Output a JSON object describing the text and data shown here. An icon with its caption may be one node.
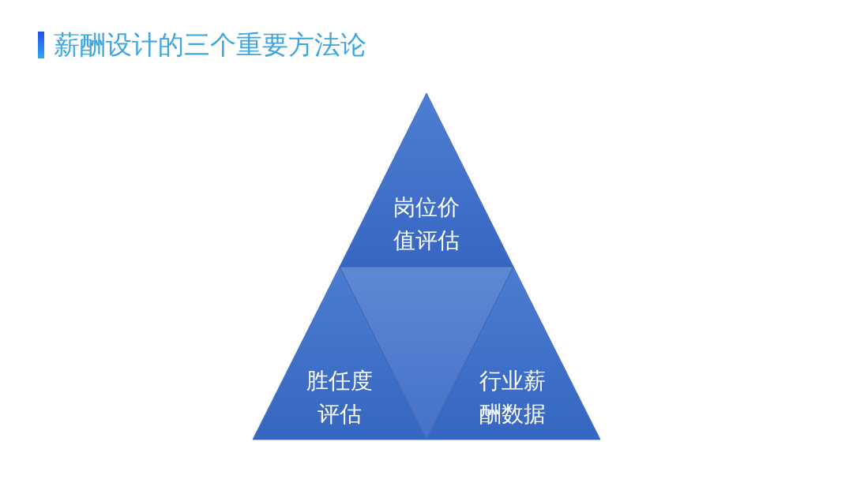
{
  "diagram": {
    "title": "薪酬设计的三个重要方法论",
    "nodes": [
      {
        "text": [
          "岗位价值评估"
        ]
      },
      {
        "text": [
          "胜任度评估"
        ]
      },
      {
        "text": [],
        "shape": "triangle"
      },
      {
        "text": [
          "行业薪酬数据"
        ]
      }
    ]
  }
}
